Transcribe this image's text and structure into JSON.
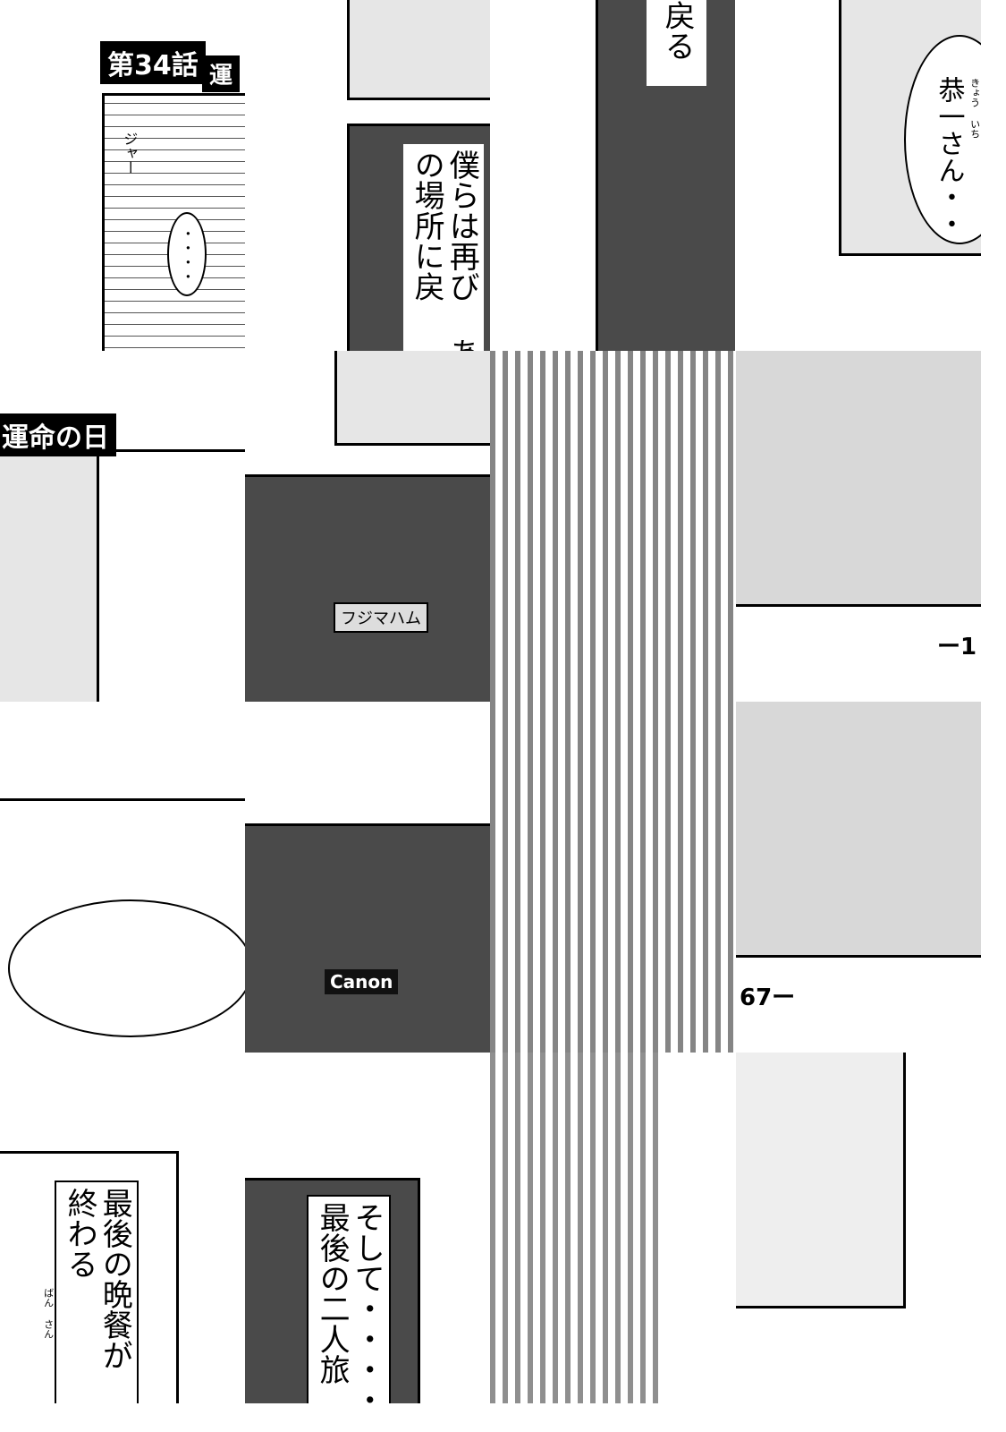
{
  "chapter": {
    "number_label": "第34話",
    "title_fragment_top": "運",
    "title": "運命の日"
  },
  "narration": {
    "box_1": "僕らは再び あの場所に戻",
    "box_1_end": "戻る",
    "box_2": "最後の晩餐が 終わる",
    "box_2_ruby": "ばん さん",
    "box_3": "そして・・・・ 最後の二人旅"
  },
  "speech": {
    "bubble_1": "恭一さん・・",
    "bubble_1_ruby": "きょう いち",
    "ellipsis": "・・・・"
  },
  "sound_effects": {
    "door": "ジャー"
  },
  "signs": {
    "canon": "Canon",
    "billboard": "フジマハム"
  },
  "page_numbers": {
    "left": "67ー",
    "right": "ー1"
  }
}
